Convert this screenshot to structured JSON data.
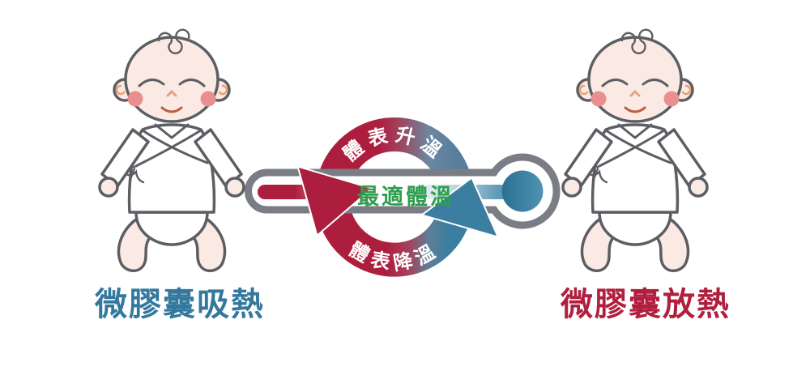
{
  "captions": {
    "left": "微膠囊吸熱",
    "right": "微膠囊放熱"
  },
  "cycle": {
    "top_label": "體表升溫",
    "bottom_label": "體表降溫",
    "center_label": "最適體溫"
  },
  "theme": {
    "warm": "#ad1e3e",
    "warm-mid": "#9b4a63",
    "warm-mid2": "#a4435c",
    "cool-mid": "#6b87a1",
    "cool-mid2": "#5d7f98",
    "cool": "#3c7e9f",
    "cool-muted": "#587e9b",
    "stem-blue": "#5e9ab6",
    "bulb-dark": "#2b7193",
    "bulb-light": "#4f92b2",
    "gray": "#7a7d85",
    "outline": "#5d5e63",
    "skin": "#fbeae3",
    "blush": "#e98f8e",
    "nose": "#e3a387",
    "mouth": "#bf5a3c",
    "ear": "#e8a070",
    "green": "#2f9e4f",
    "label-blue": "#35789d",
    "label-red": "#b01f3e"
  }
}
